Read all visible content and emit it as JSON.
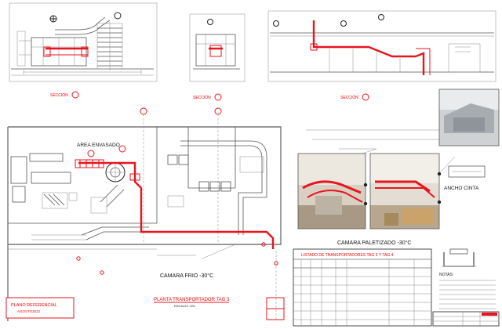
{
  "views": {
    "area_envasado": "AREA ENVASADO",
    "camara_frio": "CAMARA FRIO  -30°C",
    "camara_paletizado": "CAMARA PALETIZADO  -30°C",
    "planta_title": "PLANTA TRANSPORTADOR TAG 3",
    "planta_scale": "ESCALA 1:100",
    "section_a": "SECCIÓN",
    "section_b": "SECCIÓN",
    "section_c": "SECCIÓN",
    "ancho_cinta": "ANCHO CINTA",
    "notes_title": "NOTAS:"
  },
  "plano_box": {
    "line1": "PLANO REFERENCIAL",
    "line2": "AGOSTO2022"
  },
  "table": {
    "title": "LISTADO DE TRANSPORTADORES TAG 3 Y TAG 4"
  },
  "colors": {
    "conveyor": "#e8141e",
    "line": "#555555"
  }
}
